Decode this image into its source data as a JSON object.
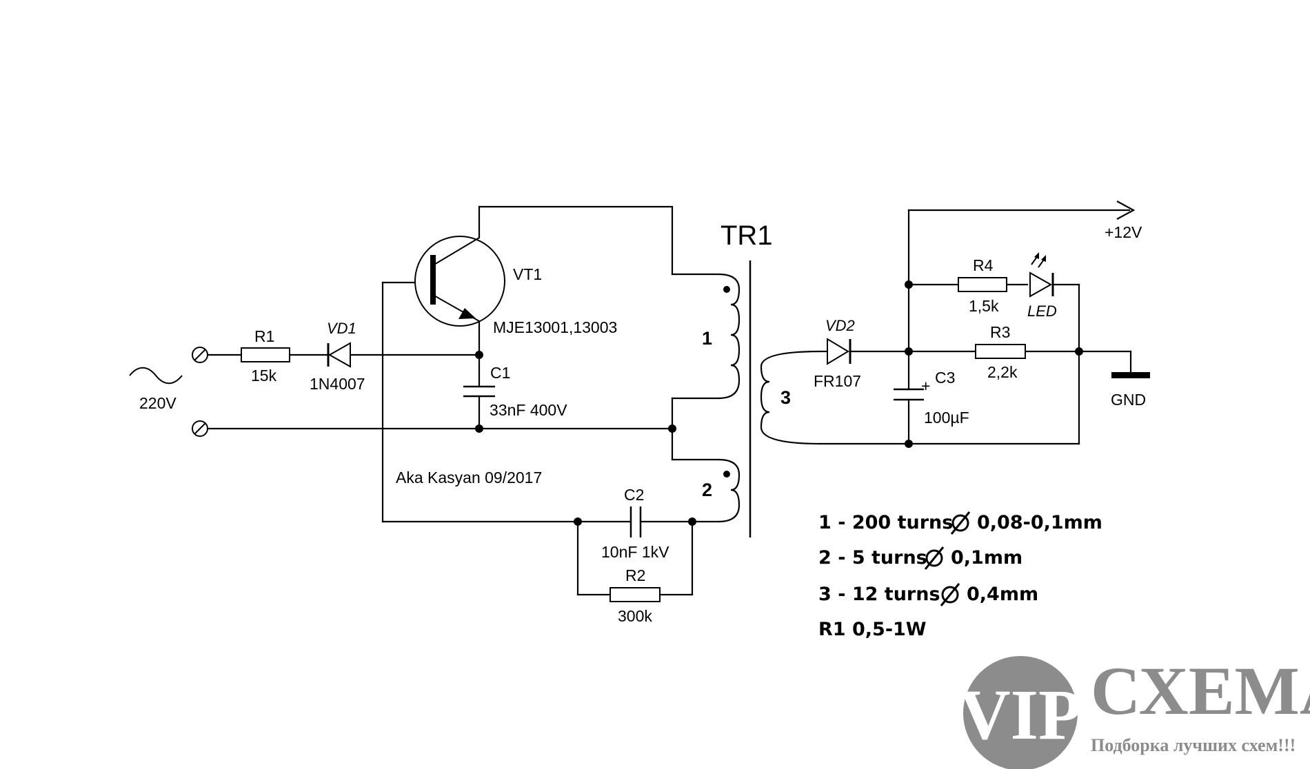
{
  "transformer": {
    "label": "TR1",
    "winding_1": "1",
    "winding_2": "2",
    "winding_3": "3"
  },
  "components": {
    "vt1": {
      "ref": "VT1",
      "value": "MJE13001,13003"
    },
    "r1": {
      "ref": "R1",
      "value": "15k"
    },
    "vd1": {
      "ref": "VD1",
      "value": "1N4007"
    },
    "c1": {
      "ref": "C1",
      "value": "33nF 400V"
    },
    "c2": {
      "ref": "C2",
      "value": "10nF  1kV"
    },
    "r2": {
      "ref": "R2",
      "value": "300k"
    },
    "vd2": {
      "ref": "VD2",
      "value": "FR107"
    },
    "c3": {
      "ref": "C3",
      "value": "100µF",
      "polarity": "+"
    },
    "r3": {
      "ref": "R3",
      "value": "2,2k"
    },
    "r4": {
      "ref": "R4",
      "value": "1,5k"
    },
    "led": {
      "ref": "LED"
    }
  },
  "terminals": {
    "ac_input": "220V",
    "ac_symbol": "~",
    "output_positive": "+12V",
    "ground": "GND"
  },
  "author": "Aka Kasyan 09/2017",
  "winding_notes": [
    {
      "winding": "1",
      "turns": "200",
      "turns_unit": "turns",
      "wire": "0,08-0,1mm"
    },
    {
      "winding": "2",
      "turns": "5",
      "turns_unit": "turns",
      "wire": "0,1mm"
    },
    {
      "winding": "3",
      "turns": "12",
      "turns_unit": "turns",
      "wire": "0,4mm"
    }
  ],
  "power_note": {
    "ref": "R1",
    "value": "0,5-1W"
  },
  "watermark": {
    "logo": "VIP",
    "name": "СХЕМА",
    "tagline": "Подборка лучших схем!!!",
    "color": "#8c8c8c"
  }
}
